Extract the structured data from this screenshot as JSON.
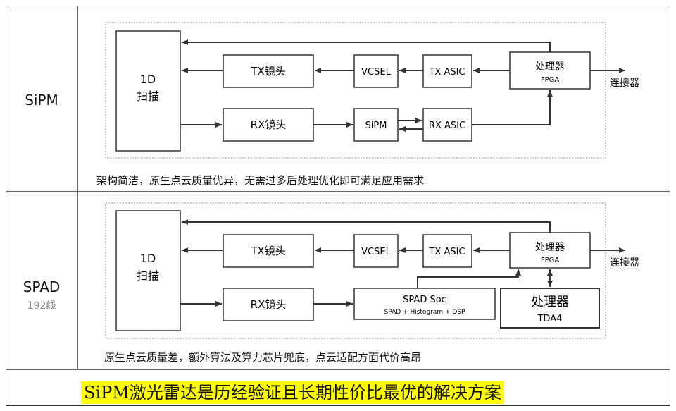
{
  "rows": [
    {
      "title": "SiPM",
      "subtitle": "",
      "scan_line1": "1D",
      "scan_line2": "扫描",
      "tx_lens": "TX镜头",
      "vcsel": "VCSEL",
      "tx_asic": "TX ASIC",
      "processor": "处理器",
      "processor_sub": "FPGA",
      "rx_lens": "RX镜头",
      "detector": "SiPM",
      "rx_asic": "RX ASIC",
      "connector": "连接器",
      "caption": "架构简洁，原生点云质量优异，无需过多后处理优化即可满足应用需求"
    },
    {
      "title": "SPAD",
      "subtitle": "192线",
      "scan_line1": "1D",
      "scan_line2": "扫描",
      "tx_lens": "TX镜头",
      "vcsel": "VCSEL",
      "tx_asic": "TX ASIC",
      "processor": "处理器",
      "processor_sub": "FPGA",
      "rx_lens": "RX镜头",
      "spad_soc": "SPAD Soc",
      "spad_soc_sub": "SPAD + Histogram + DSP",
      "processor2": "处理器",
      "processor2_sub": "TDA4",
      "connector": "连接器",
      "caption": "原生点云质量差，额外算法及算力芯片兜底，点云适配方面代价高昂"
    }
  ],
  "banner": "SiPM激光雷达是历经验证且长期性价比最优的解决方案",
  "colors": {
    "banner_bg": "#ffff00",
    "line": "#333333"
  }
}
